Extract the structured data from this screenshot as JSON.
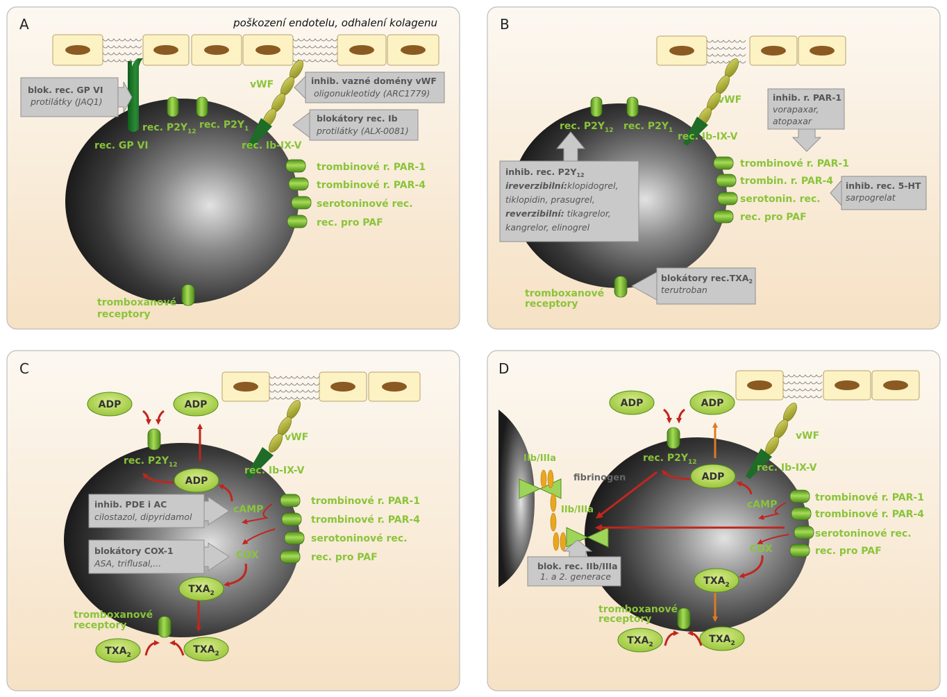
{
  "panels": {
    "a": {
      "letter": "A",
      "title": "poškození endotelu, odhalení kolagenu",
      "labels": {
        "gpvi": "rec. GP VI",
        "p2y12": "rec. P2Y",
        "p2y12_sub": "12",
        "p2y1": "rec. P2Y",
        "p2y1_sub": "1",
        "vwf": "vWF",
        "ib": "rec. Ib-IX-V",
        "par1": "trombinové r. PAR-1",
        "par4": "trombinové r. PAR-4",
        "sero": "serotoninové rec.",
        "paf": "rec. pro PAF",
        "tx1": "tromboxanové",
        "tx2": "receptory"
      },
      "boxes": {
        "gpvi_l1": "blok. rec. GP VI",
        "gpvi_l2": "protilátky (JAQ1)",
        "vwf_l1": "inhib. vazné domény vWF",
        "vwf_l2": "oligonukleotidy (ARC1779)",
        "ib_l1": "blokátory rec. Ib",
        "ib_l2": "protilátky (ALX-0081)"
      }
    },
    "b": {
      "letter": "B",
      "labels": {
        "p2y12": "rec. P2Y",
        "p2y12_sub": "12",
        "p2y1": "rec. P2Y",
        "p2y1_sub": "1",
        "vwf": "vWF",
        "ib": "rec. Ib-IX-V",
        "par1": "trombinové r. PAR-1",
        "par4": "trombin. r. PAR-4",
        "sero": "serotonin. rec.",
        "paf": "rec. pro PAF",
        "tx1": "tromboxanové",
        "tx2": "receptory"
      },
      "boxes": {
        "par_l1": "inhib. r. PAR-1",
        "par_l2": "vorapaxar,",
        "par_l3": "atopaxar",
        "ht_l1": "inhib. rec. 5-HT",
        "ht_l2": "sarpogrelat",
        "txa_l1": "blokátory rec.TXA",
        "txa_sub": "2",
        "txa_l2": "terutroban",
        "p2_l1": "inhib. rec. P2Y",
        "p2_sub": "12",
        "p2_l2a": "ireverzibilní:",
        "p2_l2b": "klopidogrel,",
        "p2_l3": "tiklopidin, prasugrel,",
        "p2_l4a": "reverzibilní:",
        "p2_l4b": " tikagrelor,",
        "p2_l5": "kangrelor, elinogrel"
      }
    },
    "c": {
      "letter": "C",
      "labels": {
        "adp": "ADP",
        "p2y12": "rec. P2Y",
        "p2y12_sub": "12",
        "vwf": "vWF",
        "ib": "rec. Ib-IX-V",
        "camp": "cAMP",
        "cox": "COX",
        "txa": "TXA",
        "txa_sub": "2",
        "par1": "trombinové r. PAR-1",
        "par4": "trombinové r. PAR-4",
        "sero": "serotoninové rec.",
        "paf": "rec. pro PAF",
        "tx1": "tromboxanové",
        "tx2": "receptory"
      },
      "boxes": {
        "pde_l1": "inhib. PDE  i AC",
        "pde_l2": "cilostazol, dipyridamol",
        "cox_l1": "blokátory COX-1",
        "cox_l2": "ASA, triflusal,..."
      }
    },
    "d": {
      "letter": "D",
      "labels": {
        "adp": "ADP",
        "p2y12": "rec. P2Y",
        "p2y12_sub": "12",
        "vwf": "vWF",
        "ib": "rec. Ib-IX-V",
        "camp": "cAMP",
        "cox": "COX",
        "txa": "TXA",
        "txa_sub": "2",
        "par1": "trombinové r. PAR-1",
        "par4": "trombinové r. PAR-4",
        "sero": "serotoninové rec.",
        "paf": "rec. pro PAF",
        "tx1": "tromboxanové",
        "tx2": "receptory",
        "iib1": "IIb/IIIa",
        "iib2": "IIb/IIIa",
        "fib": "fibrinogen"
      },
      "boxes": {
        "iib_l1": "blok. rec. IIb/IIIa",
        "iib_l2": "1. a 2. generace"
      }
    }
  },
  "colors": {
    "panel_bg_top": "#fbf6ee",
    "panel_bg_bottom": "#f6e2c6",
    "cell_fill": "#fcf2c4",
    "nucleus": "#8a5a22",
    "receptor": "#7dc23a",
    "label_green": "#8ac43a",
    "arrow_red": "#c0261e",
    "arrow_orange": "#e07a22",
    "gray_box": "#c9c9c9",
    "oval_fill": "#b7d85a"
  }
}
